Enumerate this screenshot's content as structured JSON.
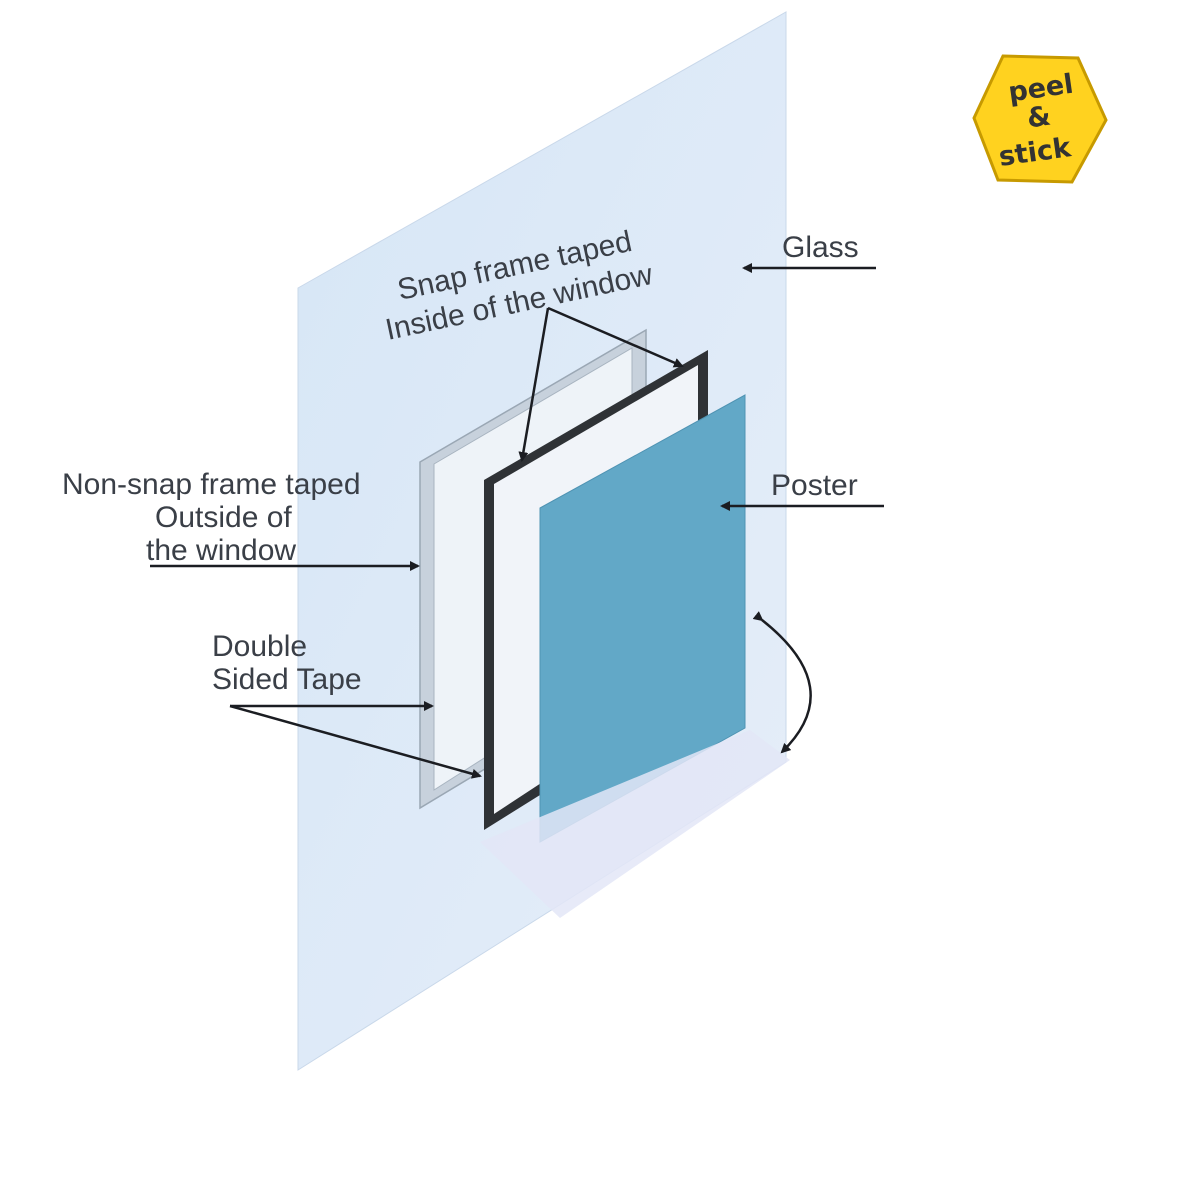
{
  "badge": {
    "line1": "peel",
    "line2": "&",
    "line3": "stick",
    "color": "#FFD21F"
  },
  "labels": {
    "glass": "Glass",
    "snap_frame_line1": "Snap frame taped",
    "snap_frame_line2": "Inside of the window",
    "non_snap_line1": "Non-snap frame taped",
    "non_snap_line2": "Outside of",
    "non_snap_line3": "the window",
    "poster": "Poster",
    "tape_line1": "Double",
    "tape_line2": "Sided Tape"
  },
  "colors": {
    "glass": "#dbe9f7",
    "poster": "#62a8c7",
    "snap_frame": "#3b3e42",
    "non_snap_frame": "#b9c4cf",
    "text": "#3a3f47"
  }
}
